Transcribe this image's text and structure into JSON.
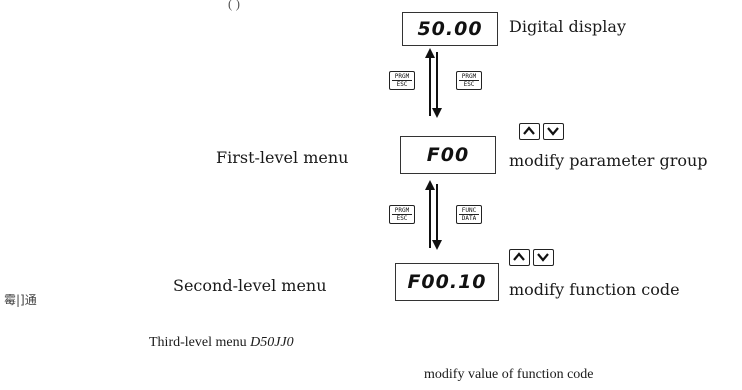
{
  "intro": {
    "text": "(                )"
  },
  "display": {
    "value": "50.00",
    "label": "Digital display"
  },
  "keys_top": {
    "left": [
      "PRGM",
      "ESC"
    ],
    "right": [
      "PRGM",
      "ESC"
    ]
  },
  "level1": {
    "label": "First-level menu",
    "code": "F00",
    "hint": "modify parameter group"
  },
  "keys_mid": {
    "left": [
      "PRGM",
      "ESC"
    ],
    "right": [
      "FUNC",
      "DATA"
    ]
  },
  "level2": {
    "label": "Second-level menu",
    "code": "F00.10",
    "hint": "modify function code"
  },
  "artifact": {
    "text": "霉|]通"
  },
  "level3": {
    "label": "Third-level menu",
    "code": "D50JJ0",
    "hint": "modify value of function code"
  }
}
